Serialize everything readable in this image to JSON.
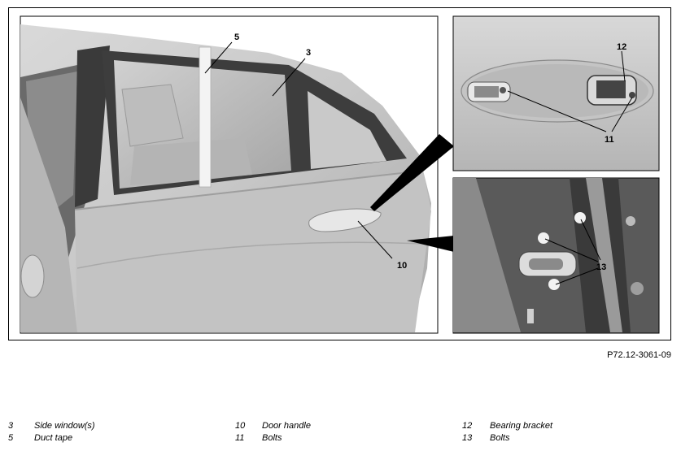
{
  "figure": {
    "callouts": {
      "c3": "3",
      "c5": "5",
      "c10": "10",
      "c11": "11",
      "c12": "12",
      "c13": "13"
    },
    "figure_number": "P72.12-3061-09"
  },
  "legend": [
    {
      "num": "3",
      "text": "Side window(s)"
    },
    {
      "num": "5",
      "text": "Duct tape"
    },
    {
      "num": "10",
      "text": "Door handle"
    },
    {
      "num": "11",
      "text": "Bolts"
    },
    {
      "num": "12",
      "text": "Bearing bracket"
    },
    {
      "num": "13",
      "text": "Bolts"
    }
  ]
}
